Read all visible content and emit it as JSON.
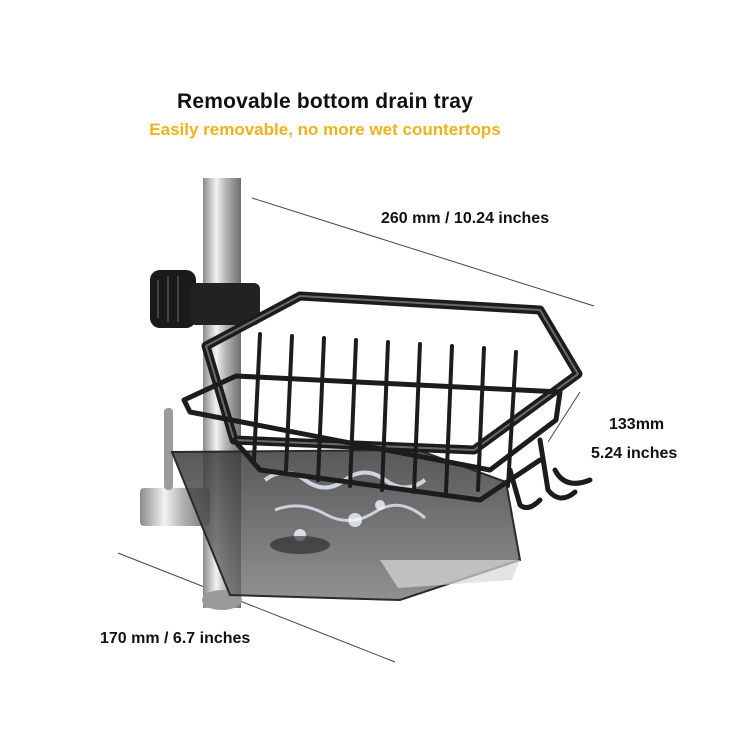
{
  "title": "Removable bottom drain tray",
  "subtitle": "Easily removable, no more wet countertops",
  "dimensions": {
    "width": "260 mm / 10.24 inches",
    "height_mm": "133mm",
    "height_in": "5.24 inches",
    "depth": "170 mm / 6.7 inches"
  },
  "colors": {
    "title": "#111111",
    "subtitle": "#f0b21c",
    "rack": "#1c1c1c",
    "tray": "#4a4a4a",
    "faucet": "#c9c9c9"
  }
}
